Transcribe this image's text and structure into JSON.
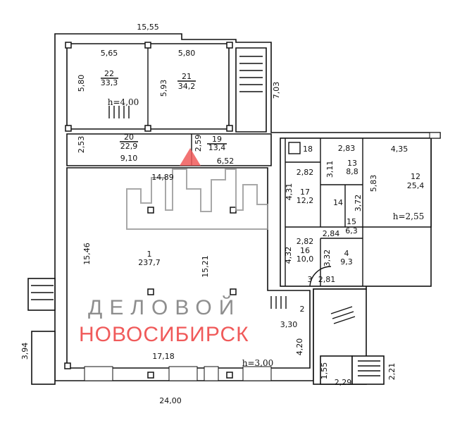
{
  "plan": {
    "overall_width": "24,00",
    "top_width": "15,55",
    "heights": {
      "upper": "h=4,00",
      "main": "h=3,00",
      "annex": "h=2,55"
    }
  },
  "rooms": [
    {
      "num": "22",
      "area": "33,3"
    },
    {
      "num": "21",
      "area": "34,2"
    },
    {
      "num": "20",
      "area": "22,9"
    },
    {
      "num": "19",
      "area": "13,4"
    },
    {
      "num": "1",
      "area": "237,7"
    },
    {
      "num": "18"
    },
    {
      "num": "13",
      "area": "8,8"
    },
    {
      "num": "12",
      "area": "25,4"
    },
    {
      "num": "17",
      "area": "12,2"
    },
    {
      "num": "14"
    },
    {
      "num": "15",
      "area": "6,3"
    },
    {
      "num": "16",
      "area": "10,0"
    },
    {
      "num": "4",
      "area": "9,3"
    },
    {
      "num": "3"
    },
    {
      "num": "2"
    }
  ],
  "dims": [
    "5,65",
    "5,80",
    "5,80",
    "5,93",
    "7,03",
    "2,53",
    "9,10",
    "2,59",
    "6,52",
    "14,89",
    "15,46",
    "15,21",
    "17,18",
    "3,94",
    "3,30",
    "4,20",
    "2,81",
    "1,55",
    "2,29",
    "2,21",
    "2,83",
    "3,11",
    "4,35",
    "5,83",
    "2,82",
    "4,31",
    "3,72",
    "2,84",
    "2,82",
    "4,32",
    "3,32"
  ],
  "watermark": {
    "line1": "ДЕЛОВОЙ",
    "line2": "НОВОСИБИРСК",
    "accent": "#f05a5a"
  }
}
